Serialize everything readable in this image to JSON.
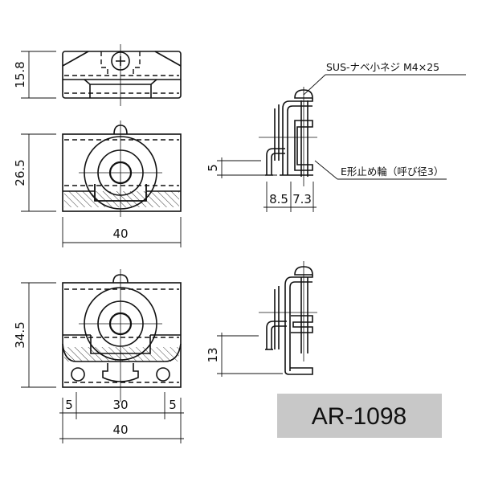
{
  "title_block": {
    "model": "AR-1098",
    "background": "#c8c8c8"
  },
  "top_view": {
    "height_dim": "15.8"
  },
  "front_view": {
    "height_dim": "26.5",
    "width_dim": "40"
  },
  "side_view_1": {
    "screw_note": "SUS-ナベ小ネジ M4×25",
    "ring_note": "E形止め輪（呼び径3）",
    "offset_dim": "5",
    "depth_dim_a": "8.5",
    "depth_dim_b": "7.3"
  },
  "rear_view": {
    "height_dim": "34.5",
    "edge_left": "5",
    "hole_pitch": "30",
    "edge_right": "5",
    "width_dim": "40"
  },
  "side_view_2": {
    "offset_dim": "13"
  }
}
